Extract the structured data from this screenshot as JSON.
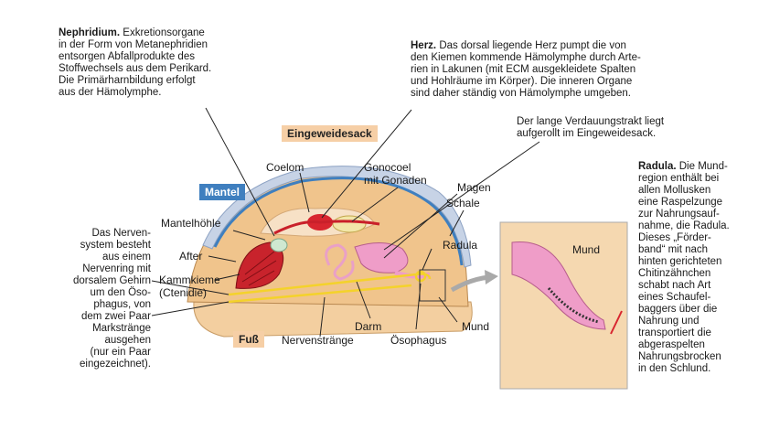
{
  "colors": {
    "mantle_tag": "#3f7fbf",
    "eingeweidesack_tag": "#f6cfa6",
    "fuss_tag": "#f6cfa6",
    "body": "#efc58d",
    "shell": "#c9d5e6",
    "heart": "#d8262f",
    "gill": "#c8232c",
    "nerve": "#f4d22b",
    "gut": "#e9a0c7"
  },
  "annotations": {
    "nephridium_title": "Nephridium.",
    "nephridium_text": " Exkretionsorgane\nin der Form von Metanephridien\nentsorgen Abfallprodukte des\nStoffwechsels aus dem Perikard.\nDie Primärharnbildung erfolgt\naus der Hämolymphe.",
    "herz_title": "Herz.",
    "herz_text": " Das dorsal liegende Herz pumpt die von\nden Kiemen kommende Hämolymphe durch Arte-\nrien in Lakunen (mit ECM ausgekleidete Spalten\nund Hohlräume im Körper). Die inneren Organe\nsind daher ständig von Hämolymphe umgeben.",
    "verdauung_text": "Der lange Verdauungstrakt liegt\naufgerollt im Eingeweidesack.",
    "radula_title": "Radula.",
    "radula_text": " Die Mund-\nregion enthält bei\nallen Mollusken\neine Raspelzunge\nzur Nahrungsauf-\nnahme, die Radula.\nDieses „Förder-\nband“ mit nach\nhinten gerichteten\nChitinzähnchen\nschabt nach Art\neines Schaufel-\nbaggers über die\nNahrung und\ntransportiert die\nabgeraspelten\nNahrungsbrocken\nin den Schlund.",
    "nerven_text": "Das Nerven-\nsystem besteht\naus einem\nNervenring mit\ndorsalem Gehirn\num den Öso-\nphagus, von\ndem zwei Paar\nMarkstränge\nausgehen\n(nur ein Paar\neingezeichnet)."
  },
  "labels": {
    "eingeweidesack": "Eingeweidesack",
    "mantel": "Mantel",
    "coelom": "Coelom",
    "gonocoel": "Gonocoel\nmit Gonaden",
    "magen": "Magen",
    "schale": "Schale",
    "radula": "Radula",
    "mantelhoehle": "Mantelhöhle",
    "after": "After",
    "kammkieme": "Kammkieme\n(Ctenidie)",
    "fuss": "Fuß",
    "nervenstraenge": "Nervenstränge",
    "darm": "Darm",
    "oesophagus": "Ösophagus",
    "mund": "Mund",
    "mund_detail": "Mund"
  }
}
